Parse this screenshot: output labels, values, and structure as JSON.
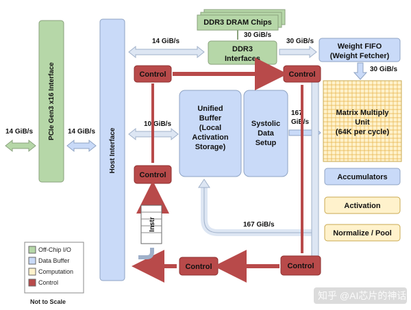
{
  "blocks": {
    "pcie": "PCIe Gen3 x16 Interface",
    "host": "Host Interface",
    "dram_chips": "DDR3 DRAM Chips",
    "ddr3_l1": "DDR3",
    "ddr3_l2": "Interfaces",
    "fifo_l1": "Weight FIFO",
    "fifo_l2": "(Weight Fetcher)",
    "ub_l1": "Unified",
    "ub_l2": "Buffer",
    "ub_l3": "(Local",
    "ub_l4": "Activation",
    "ub_l5": "Storage)",
    "sys_l1": "Systolic",
    "sys_l2": "Data",
    "sys_l3": "Setup",
    "mmu_l1": "Matrix Multiply",
    "mmu_l2": "Unit",
    "mmu_l3": "(64K per cycle)",
    "accum": "Accumulators",
    "activation": "Activation",
    "normalize": "Normalize / Pool",
    "instr": "Instr",
    "control": "Control"
  },
  "rates": {
    "left": "14 GiB/s",
    "pcie_host": "14 GiB/s",
    "host_ddr3": "14 GiB/s",
    "dram_ddr3": "30 GiB/s",
    "ddr3_fifo": "30 GiB/s",
    "fifo_mmu": "30 GiB/s",
    "host_ub": "10 GiB/s",
    "sys_mmu_1": "167",
    "sys_mmu_2": "GiB/s",
    "return_path": "167 GiB/s"
  },
  "legend": {
    "offchip": "Off-Chip I/O",
    "buffer": "Data Buffer",
    "computation": "Computation",
    "control": "Control",
    "note": "Not to Scale"
  },
  "watermark": "知乎 @AI芯片的神话",
  "colors": {
    "offchip": "#b6d7a8",
    "buffer": "#c9daf8",
    "computation": "#fff2cc",
    "control": "#b84a4a",
    "grid": "#e6b34a"
  }
}
